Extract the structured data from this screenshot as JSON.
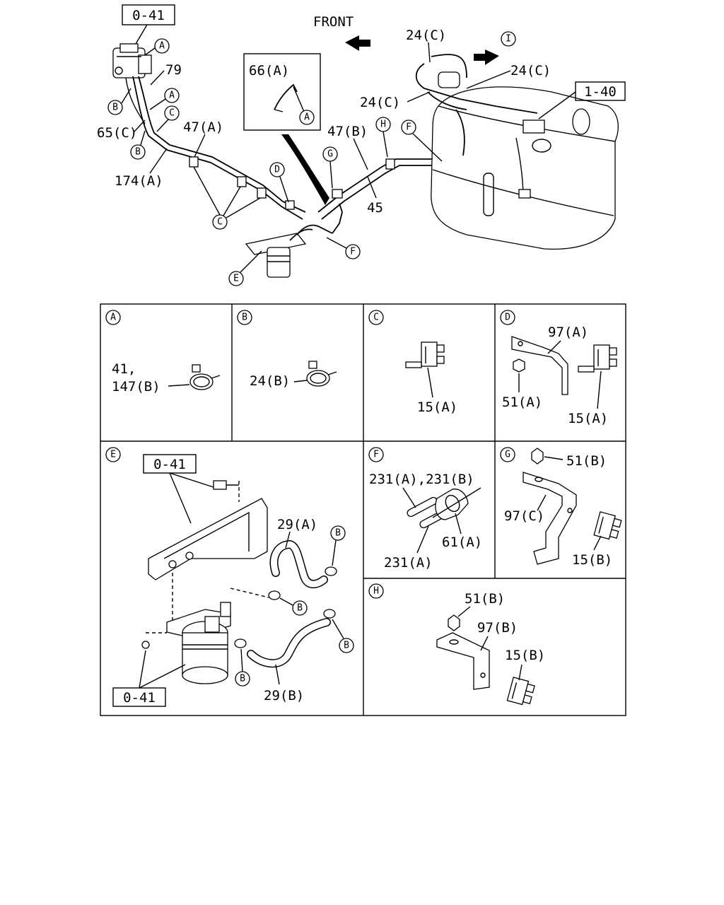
{
  "diagram": {
    "front_label": "FRONT",
    "ref_boxes": [
      "0-41",
      "1-40"
    ],
    "circle_letters": [
      "A",
      "B",
      "C",
      "D",
      "E",
      "F",
      "G",
      "H",
      "I"
    ],
    "top_labels": {
      "p79": "79",
      "p65c": "65(C)",
      "p47a": "47(A)",
      "p174a": "174(A)",
      "p66a": "66(A)",
      "p47b": "47(B)",
      "p45": "45",
      "p24c": "24(C)"
    },
    "detail_A": {
      "line1": "41,",
      "line2": "147(B)"
    },
    "detail_B": {
      "label": "24(B)"
    },
    "detail_C": {
      "label": "15(A)"
    },
    "detail_D": {
      "bracket": "97(A)",
      "nut": "51(A)",
      "clip": "15(A)"
    },
    "detail_E": {
      "ref": "0-41",
      "hose_a": "29(A)",
      "hose_b": "29(B)"
    },
    "detail_F": {
      "pipes": "231(A),231(B)",
      "grommet": "61(A)",
      "pipe": "231(A)"
    },
    "detail_G": {
      "nut": "51(B)",
      "bracket": "97(C)",
      "clip": "15(B)"
    },
    "detail_H": {
      "nut": "51(B)",
      "bracket": "97(B)",
      "clip": "15(B)"
    }
  }
}
